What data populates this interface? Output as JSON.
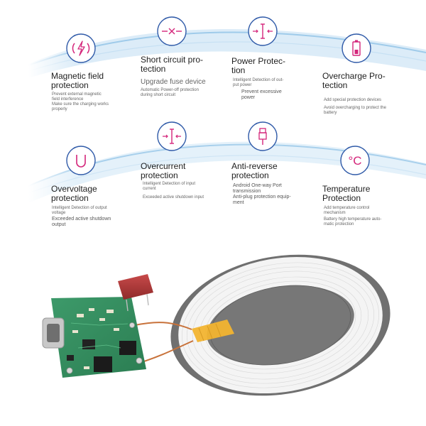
{
  "features": [
    {
      "id": "magnetic",
      "icon": "lightning-icon",
      "title": "Magnetic field\nprotection",
      "desc": "Prevent external magnetic\nfield interference\nMake sure the charging works\nproperly",
      "desc2": ""
    },
    {
      "id": "short-circuit",
      "icon": "short-circuit-icon",
      "title": "Short circuit pro-\ntection",
      "desc": "Upgrade fuse device",
      "desc2": "Automatic Power-off protection\nduring short circuit"
    },
    {
      "id": "power",
      "icon": "power-icon",
      "title": "Power Protec-\ntion",
      "desc": "Intelligent Detection of out-\nput power",
      "desc2": "Prevent excessive\npower"
    },
    {
      "id": "overcharge",
      "icon": "battery-icon",
      "title": "Overcharge Pro-\ntection",
      "desc": "Add special protection devices",
      "desc2": "Avoid overcharging to protect the\nbattery"
    },
    {
      "id": "overvoltage",
      "icon": "u-icon",
      "title": "Overvoltage\nprotection",
      "desc": "Intelligent Detection of output\nvoltage",
      "desc2": "Exceeded active shutdown\noutput"
    },
    {
      "id": "overcurrent",
      "icon": "current-icon",
      "title": "Overcurrent\nprotection",
      "desc": "Intelligent Detection of input\ncurrent",
      "desc2": "Exceeded active shutdown input"
    },
    {
      "id": "anti-reverse",
      "icon": "usb-plug-icon",
      "title": "Anti-reverse\nprotection",
      "desc": "Android One-way Port\ntransmission",
      "desc2": "Anti-plug protection equip-\nment"
    },
    {
      "id": "temperature",
      "icon": "celsius-icon",
      "title": "Temperature\nProtection",
      "desc": "Add temperature control\nmechanism",
      "desc2": "Battery high temperature auto-\nmatic protection"
    }
  ],
  "icon_color": "#d4257a",
  "icon_ring_color": "#2f5aa8",
  "wave_color": "#8ec3ea",
  "celsius_symbol": "°C"
}
